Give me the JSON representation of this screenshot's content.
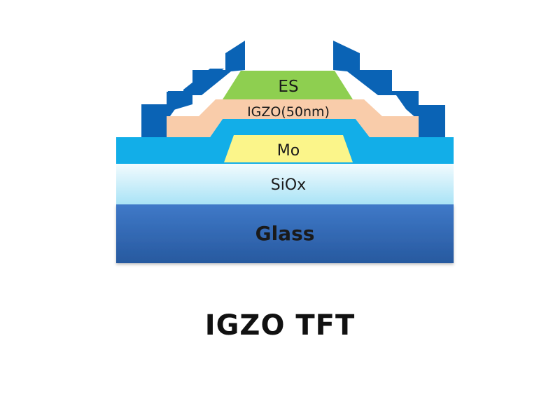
{
  "diagram": {
    "layers": {
      "es": "ES",
      "igzo": "IGZO(50nm)",
      "mo": "Mo",
      "siox": "SiOx",
      "glass": "Glass"
    },
    "caption": "IGZO TFT",
    "colors": {
      "glass_top": "#3f79c8",
      "glass_bottom": "#27599f",
      "siox_top": "#f2fbfe",
      "siox_bottom": "#a9e3f6",
      "gate_insulator": "#12aee8",
      "mo": "#fbf58a",
      "igzo": "#f9ccaa",
      "es": "#8ecf50",
      "source_drain": "#0a63b5"
    }
  }
}
